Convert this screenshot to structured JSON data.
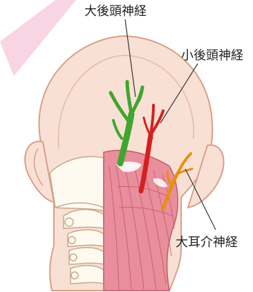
{
  "labels": {
    "greater_occipital_nerve": "大後頭神経",
    "lesser_occipital_nerve": "小後頭神経",
    "great_auricular_nerve": "大耳介神経"
  },
  "colors": {
    "skin": "#f9e0d4",
    "skin_outline": "#d89e88",
    "muscle": "#e98e9c",
    "muscle_line": "#c45a6c",
    "bone": "#fffaf0",
    "bone_outline": "#c8a88a",
    "nerve_green": "#3fa62e",
    "nerve_red": "#d42020",
    "nerve_orange": "#e8900a",
    "accent_pink": "#f7c6d8",
    "leader": "#333333"
  }
}
